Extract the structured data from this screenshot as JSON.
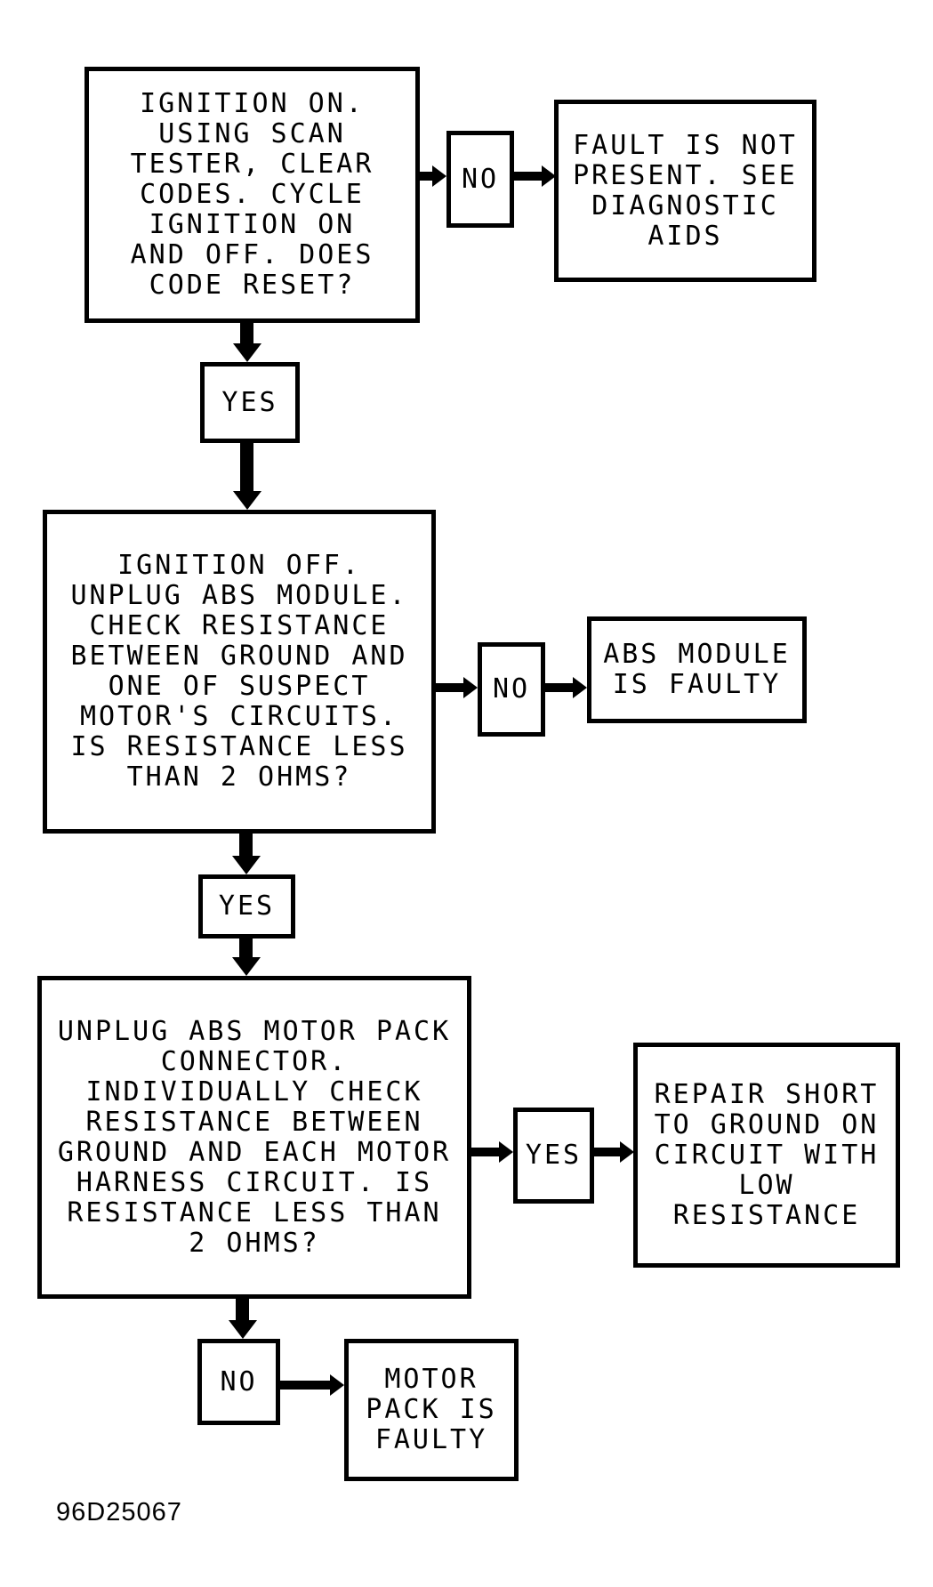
{
  "figure": {
    "caption": "96D25067",
    "colors": {
      "line": "#000000",
      "background": "#ffffff"
    }
  },
  "flowchart": {
    "nodes": {
      "step1": {
        "lines": [
          "IGNITION ON.",
          "USING SCAN",
          "TESTER, CLEAR",
          "CODES. CYCLE",
          "IGNITION ON",
          "AND OFF. DOES",
          "CODE RESET?"
        ]
      },
      "no1": {
        "label": "NO"
      },
      "fault_not_present": {
        "lines": [
          "FAULT IS NOT",
          "PRESENT. SEE",
          "DIAGNOSTIC",
          "AIDS"
        ]
      },
      "yes1": {
        "label": "YES"
      },
      "step2": {
        "lines": [
          "IGNITION OFF.",
          "UNPLUG ABS MODULE.",
          "CHECK RESISTANCE",
          "BETWEEN GROUND AND",
          "ONE OF SUSPECT",
          "MOTOR'S CIRCUITS.",
          "IS RESISTANCE LESS",
          "THAN 2 OHMS?"
        ]
      },
      "no2": {
        "label": "NO"
      },
      "abs_module_faulty": {
        "lines": [
          "ABS MODULE",
          "IS FAULTY"
        ]
      },
      "yes2": {
        "label": "YES"
      },
      "step3": {
        "lines": [
          "UNPLUG ABS MOTOR PACK",
          "CONNECTOR.",
          "INDIVIDUALLY CHECK",
          "RESISTANCE BETWEEN",
          "GROUND AND EACH MOTOR",
          "HARNESS CIRCUIT. IS",
          "RESISTANCE LESS THAN",
          "2 OHMS?"
        ]
      },
      "yes3": {
        "label": "YES"
      },
      "repair_short": {
        "lines": [
          "REPAIR SHORT",
          "TO GROUND ON",
          "CIRCUIT WITH",
          "LOW",
          "RESISTANCE"
        ]
      },
      "no3": {
        "label": "NO"
      },
      "motor_pack_faulty": {
        "lines": [
          "MOTOR",
          "PACK IS",
          "FAULTY"
        ]
      }
    },
    "edges": [
      {
        "from": "step1",
        "to": "no1"
      },
      {
        "from": "no1",
        "to": "fault_not_present"
      },
      {
        "from": "step1",
        "to": "yes1"
      },
      {
        "from": "yes1",
        "to": "step2"
      },
      {
        "from": "step2",
        "to": "no2"
      },
      {
        "from": "no2",
        "to": "abs_module_faulty"
      },
      {
        "from": "step2",
        "to": "yes2"
      },
      {
        "from": "yes2",
        "to": "step3"
      },
      {
        "from": "step3",
        "to": "yes3"
      },
      {
        "from": "yes3",
        "to": "repair_short"
      },
      {
        "from": "step3",
        "to": "no3"
      },
      {
        "from": "no3",
        "to": "motor_pack_faulty"
      }
    ]
  }
}
